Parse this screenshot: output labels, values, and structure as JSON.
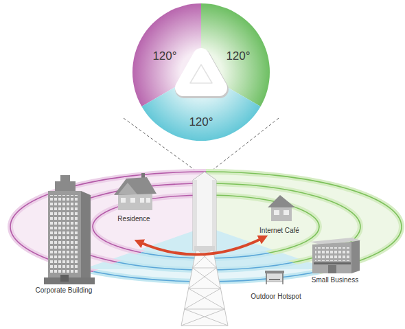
{
  "diagram": {
    "nodes": [
      {
        "text": [
          "120°"
        ]
      },
      {
        "text": [
          "120°"
        ]
      },
      {
        "text": [
          "120°"
        ]
      }
    ],
    "labels": [
      "Residence",
      "Internet Café",
      "Corporate Building",
      "Small Business",
      "Outdoor Hotspot"
    ]
  }
}
